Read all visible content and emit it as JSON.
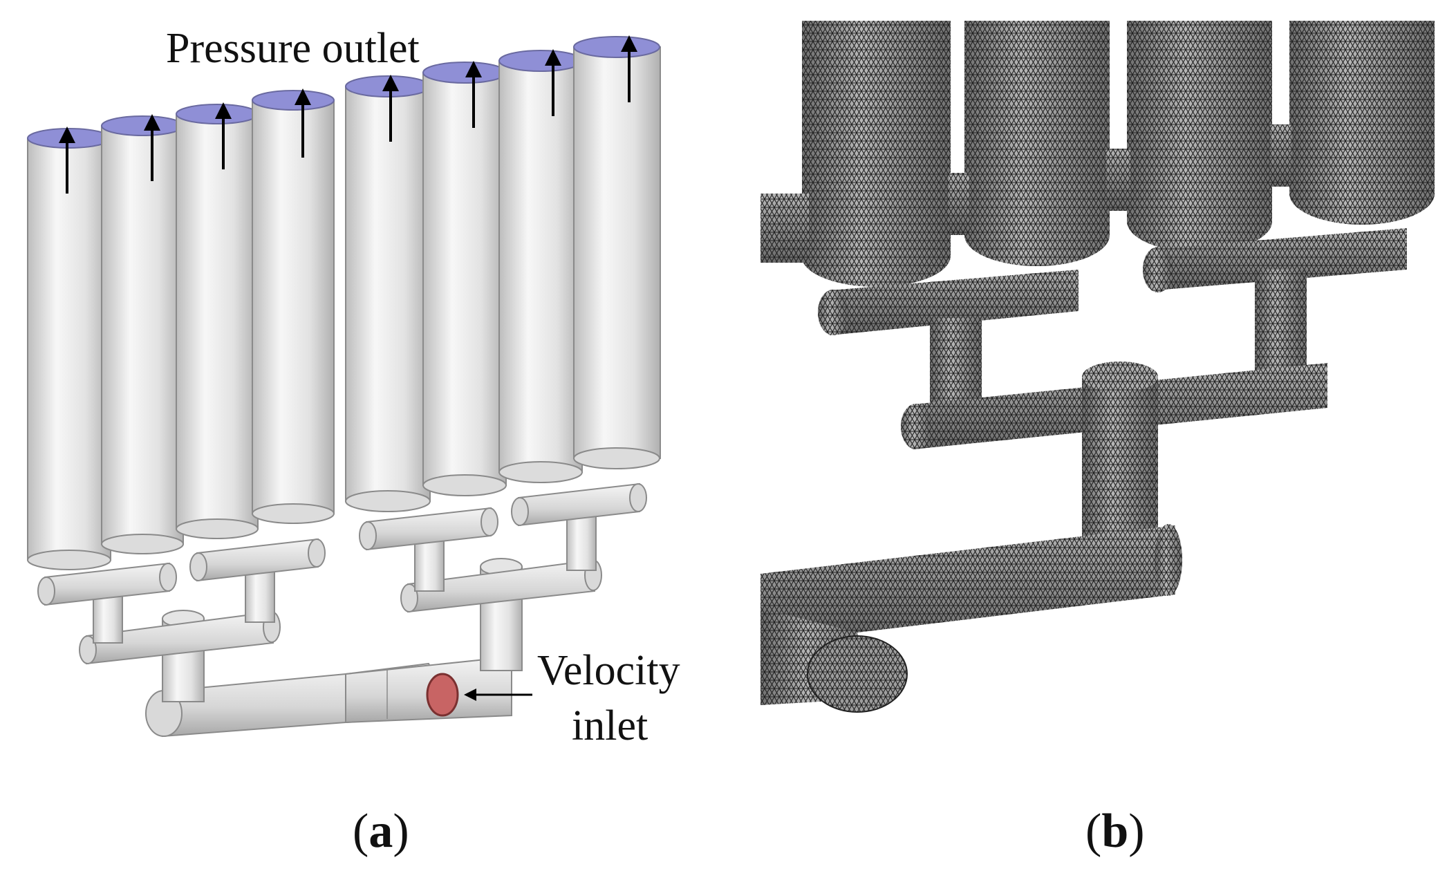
{
  "panel_a": {
    "caption_letter": "a",
    "labels": {
      "outlet": "Pressure outlet",
      "inlet_line1": "Velocity",
      "inlet_line2": "inlet"
    },
    "colors": {
      "pipe_fill": "#e8e8e8",
      "pipe_stroke": "#8a8a8a",
      "outlet_face": "#8f8fd6",
      "inlet_face": "#c86464"
    }
  },
  "panel_b": {
    "caption_letter": "b",
    "colors": {
      "mesh_fill": "#9a9a9a",
      "mesh_line": "#1e1e1e"
    }
  }
}
